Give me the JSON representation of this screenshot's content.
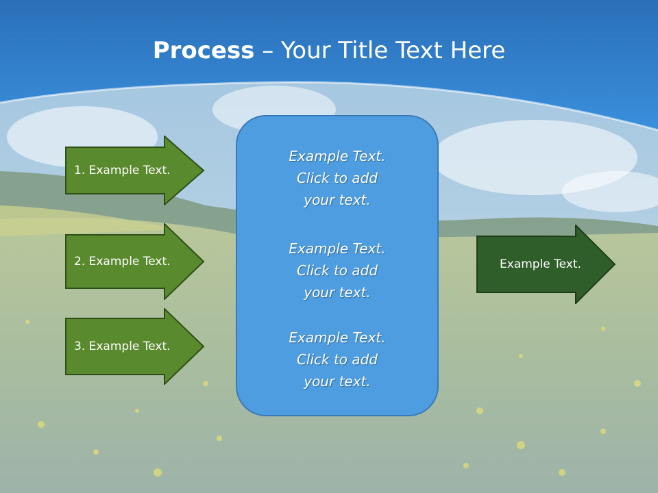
{
  "slide": {
    "title_bold": "Process",
    "title_rest": " – Your Title Text Here"
  },
  "left_arrows": [
    {
      "label": "1. Example Text."
    },
    {
      "label": "2. Example Text."
    },
    {
      "label": "3. Example Text."
    }
  ],
  "center_blocks": [
    {
      "line1": "Example Text.",
      "line2": "Click  to add",
      "line3": "your text."
    },
    {
      "line1": "Example Text.",
      "line2": "Click  to add",
      "line3": "your text."
    },
    {
      "line1": "Example Text.",
      "line2": "Click  to add",
      "line3": "your text."
    }
  ],
  "right_arrow": {
    "label": "Example Text."
  },
  "colors": {
    "title_band": "#2f7fcc",
    "left_arrow_fill": "#5a8a2e",
    "right_arrow_fill": "#2f5e2a",
    "center_box_fill": "#4d9de0"
  }
}
